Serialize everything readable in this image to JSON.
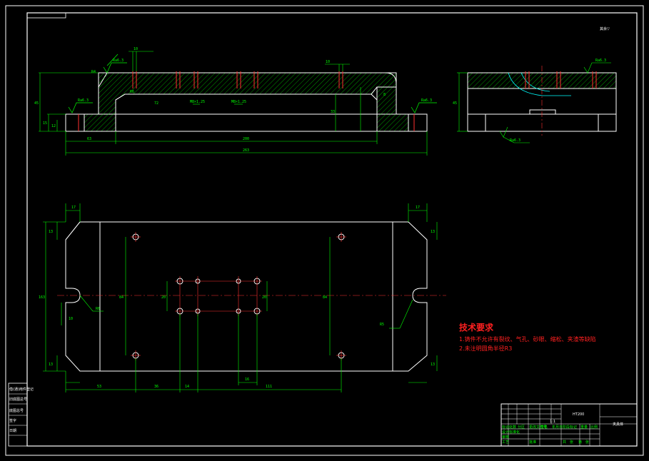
{
  "roughness": {
    "top_left": "Ra6.3",
    "left": "Ra6.3",
    "right": "Ra6.3",
    "side_view": "Ra6.3",
    "side_bottom": "Ra6.3",
    "general": "其余▽"
  },
  "front_view": {
    "dims": {
      "d10a": "10",
      "d10b": "10",
      "r4": "R4",
      "r6": "R6",
      "d15": "15",
      "d45": "45",
      "d12": "12",
      "d33": "33",
      "d8": "8",
      "d72": "72",
      "m8a": "M8×1.25",
      "m8b": "M8×1.25",
      "d63": "63",
      "d200": "200",
      "d263": "263"
    }
  },
  "side_view": {
    "dims": {
      "d45": "45"
    }
  },
  "top_view": {
    "dims": {
      "d17": "17",
      "d17r": "17",
      "d13a": "13",
      "d13b": "13",
      "d13c": "13",
      "d13d": "13",
      "d10": "10",
      "d163": "163",
      "r6": "R6",
      "r5": "R5",
      "d84a": "84",
      "d84b": "84",
      "d20a": "20",
      "d20b": "20",
      "d53": "53",
      "d36": "36",
      "d14": "14",
      "d16": "16",
      "d111": "111"
    }
  },
  "tech_requirements": {
    "title": "技术要求",
    "line1": "1.铸件不允许有裂纹、气孔、砂眼、缩松、夹渣等缺陷",
    "line2": "2.未注明圆角半径R3"
  },
  "title_block": {
    "material": "HT200",
    "part_name": "夹具体",
    "scale": "1:1",
    "labels": [
      "标记",
      "处数",
      "分区",
      "更改文件号",
      "签名",
      "年月日",
      "设计",
      "标准化",
      "阶段标记",
      "重量",
      "比例",
      "审核",
      "工艺",
      "批准",
      "共",
      "张",
      "第",
      "张"
    ]
  },
  "side_stamp": {
    "lines": [
      "借(通)用件登记",
      "旧底图总号",
      "底图总号",
      "签字",
      "日期"
    ]
  }
}
